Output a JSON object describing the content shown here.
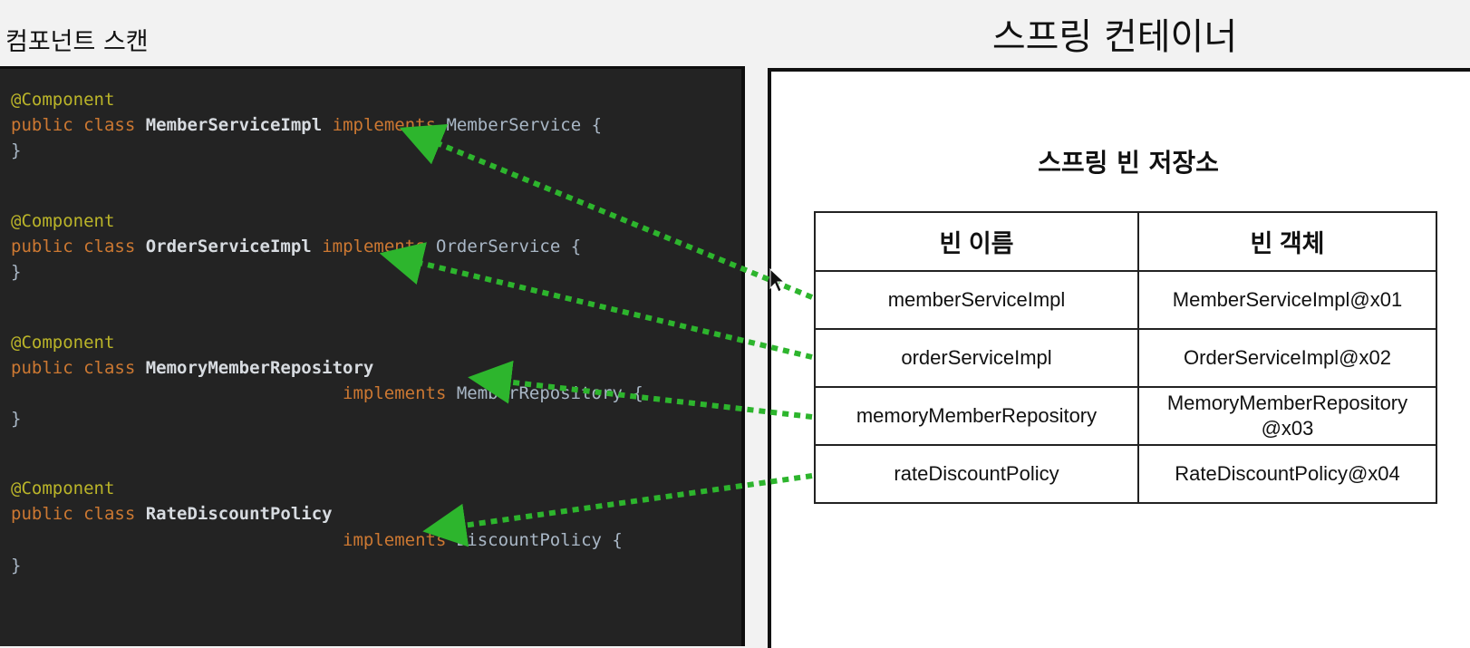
{
  "left_title": "컴포넌트 스캔",
  "right_title": "스프링 컨테이너",
  "repository_title": "스프링 빈 저장소",
  "code_blocks": [
    {
      "annotation": "@Component",
      "kw": "public class ",
      "class_name": "MemberServiceImpl",
      "implements_kw": " implements ",
      "interface_name": "MemberService {",
      "close": "}"
    },
    {
      "annotation": "@Component",
      "kw": "public class ",
      "class_name": "OrderServiceImpl",
      "implements_kw": " implements ",
      "interface_name": "OrderService {",
      "close": "}"
    },
    {
      "annotation": "@Component",
      "kw": "public class ",
      "class_name": "MemoryMemberRepository",
      "implements_kw": "implements ",
      "interface_name": "MemberRepository {",
      "close": "}"
    },
    {
      "annotation": "@Component",
      "kw": "public class ",
      "class_name": "RateDiscountPolicy",
      "implements_kw": "implements ",
      "interface_name": "DiscountPolicy {",
      "close": "}"
    }
  ],
  "table": {
    "headers": [
      "빈 이름",
      "빈 객체"
    ],
    "rows": [
      {
        "name": "memberServiceImpl",
        "object": "MemberServiceImpl@x01"
      },
      {
        "name": "orderServiceImpl",
        "object": "OrderServiceImpl@x02"
      },
      {
        "name": "memoryMemberRepository",
        "object": "MemoryMemberRepository",
        "object_line2": "@x03"
      },
      {
        "name": "rateDiscountPolicy",
        "object": "RateDiscountPolicy@x04"
      }
    ]
  },
  "colors": {
    "arrow": "#2db52d",
    "code_background": "#232323",
    "annotation": "#bbb529",
    "keyword": "#cc7832"
  }
}
